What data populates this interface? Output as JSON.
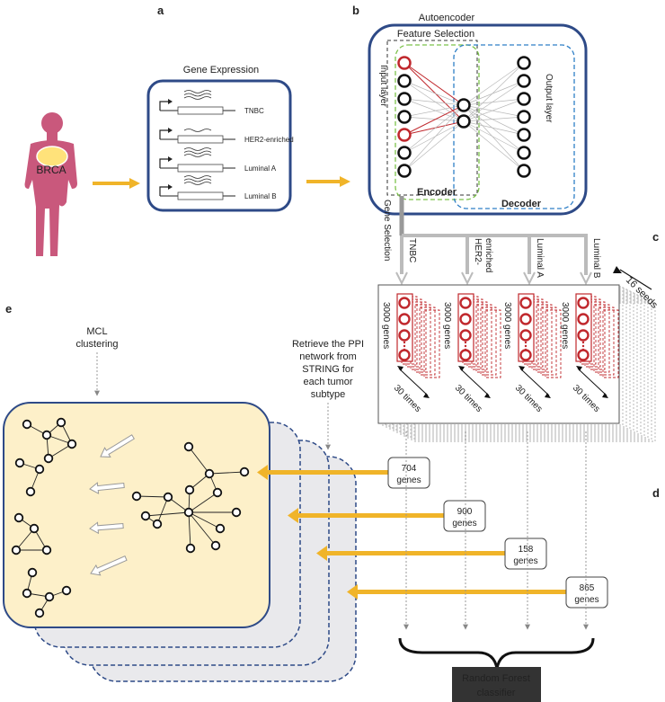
{
  "panels": {
    "a": "a",
    "b": "b",
    "c": "c",
    "d": "d",
    "e": "e"
  },
  "panel_a": {
    "patient_label": "BRCA",
    "title": "Gene Expression",
    "subtypes": [
      "TNBC",
      "HER2-enriched",
      "Luminal A",
      "Luminal B"
    ]
  },
  "panel_b": {
    "title": "Autoencoder",
    "feature_selection": "Feature Selection",
    "input_layer": "Input layer",
    "output_layer": "Output layer",
    "encoder": "Encoder",
    "decoder": "Decoder",
    "gene_selection": "Gene Selection"
  },
  "panel_c": {
    "seeds": "16 seeds",
    "genes_label": "3000 genes",
    "times_label": "30 times",
    "subtype_labels": [
      "TNBC",
      "HER2-",
      "enriched",
      "Luminal A",
      "Luminal B"
    ]
  },
  "panel_d": {
    "retrieve_line1": "Retrieve the PPI",
    "retrieve_line2": "network from",
    "retrieve_line3": "STRING for",
    "retrieve_line4": "each tumor",
    "retrieve_line5": "subtype",
    "gene_counts": [
      {
        "count": "704",
        "unit": "genes"
      },
      {
        "count": "900",
        "unit": "genes"
      },
      {
        "count": "158",
        "unit": "genes"
      },
      {
        "count": "865",
        "unit": "genes"
      }
    ],
    "classifier_line1": "Random Forest",
    "classifier_line2": "classifier"
  },
  "panel_e": {
    "mcl_line1": "MCL",
    "mcl_line2": "clustering"
  },
  "colors": {
    "navy": "#2e4a87",
    "red": "#c0282d",
    "green": "#7cc24a",
    "blue": "#2e7fc6",
    "arrow": "#f0b429",
    "cream": "#fdf0c9",
    "grey_card": "#e9e9ec",
    "pink": "#c9587c"
  }
}
